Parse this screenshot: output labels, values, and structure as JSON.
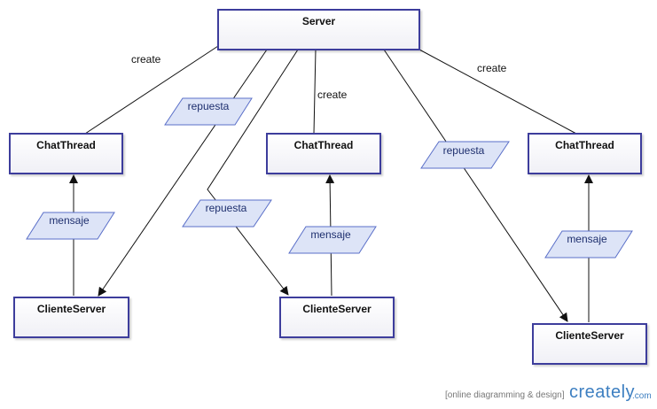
{
  "nodes": {
    "server": "Server",
    "chatthread_1": "ChatThread",
    "chatthread_2": "ChatThread",
    "chatthread_3": "ChatThread",
    "cliente_1": "ClienteServer",
    "cliente_2": "ClienteServer",
    "cliente_3": "ClienteServer"
  },
  "edge_labels": {
    "create_1": "create",
    "create_2": "create",
    "create_3": "create"
  },
  "data_labels": {
    "repuesta_1": "repuesta",
    "repuesta_2": "repuesta",
    "repuesta_3": "repuesta",
    "mensaje_1": "mensaje",
    "mensaje_2": "mensaje",
    "mensaje_3": "mensaje"
  },
  "colors": {
    "box_border": "#3d3d9c",
    "parallelogram_fill": "#dde4f7",
    "parallelogram_border": "#5a6fc8",
    "line": "#111111",
    "brand": "#3d7fc1"
  },
  "footer": {
    "tagline": "[online diagramming & design]",
    "brand": "creately",
    "tld": ".com"
  }
}
